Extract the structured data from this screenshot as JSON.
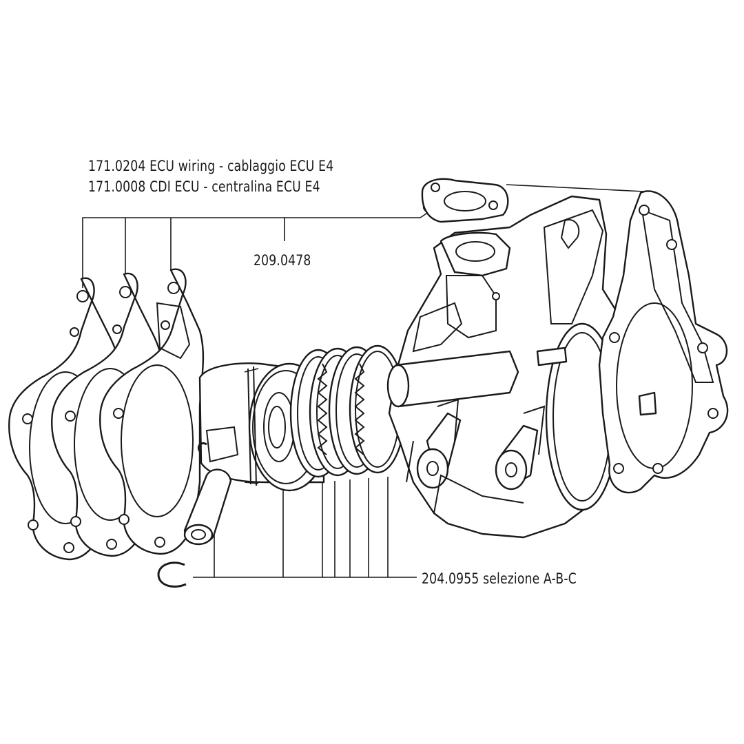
{
  "labels": {
    "ecu_wiring": "171.0204 ECU wiring - cablaggio ECU E4",
    "cdi_ecu": "171.0008 CDI ECU - centralina ECU E4",
    "gasket_set": "209.0478",
    "piston_selection": "204.0955 selezione A-B-C"
  },
  "colors": {
    "line": "#1a1a1a",
    "background": "#ffffff"
  }
}
